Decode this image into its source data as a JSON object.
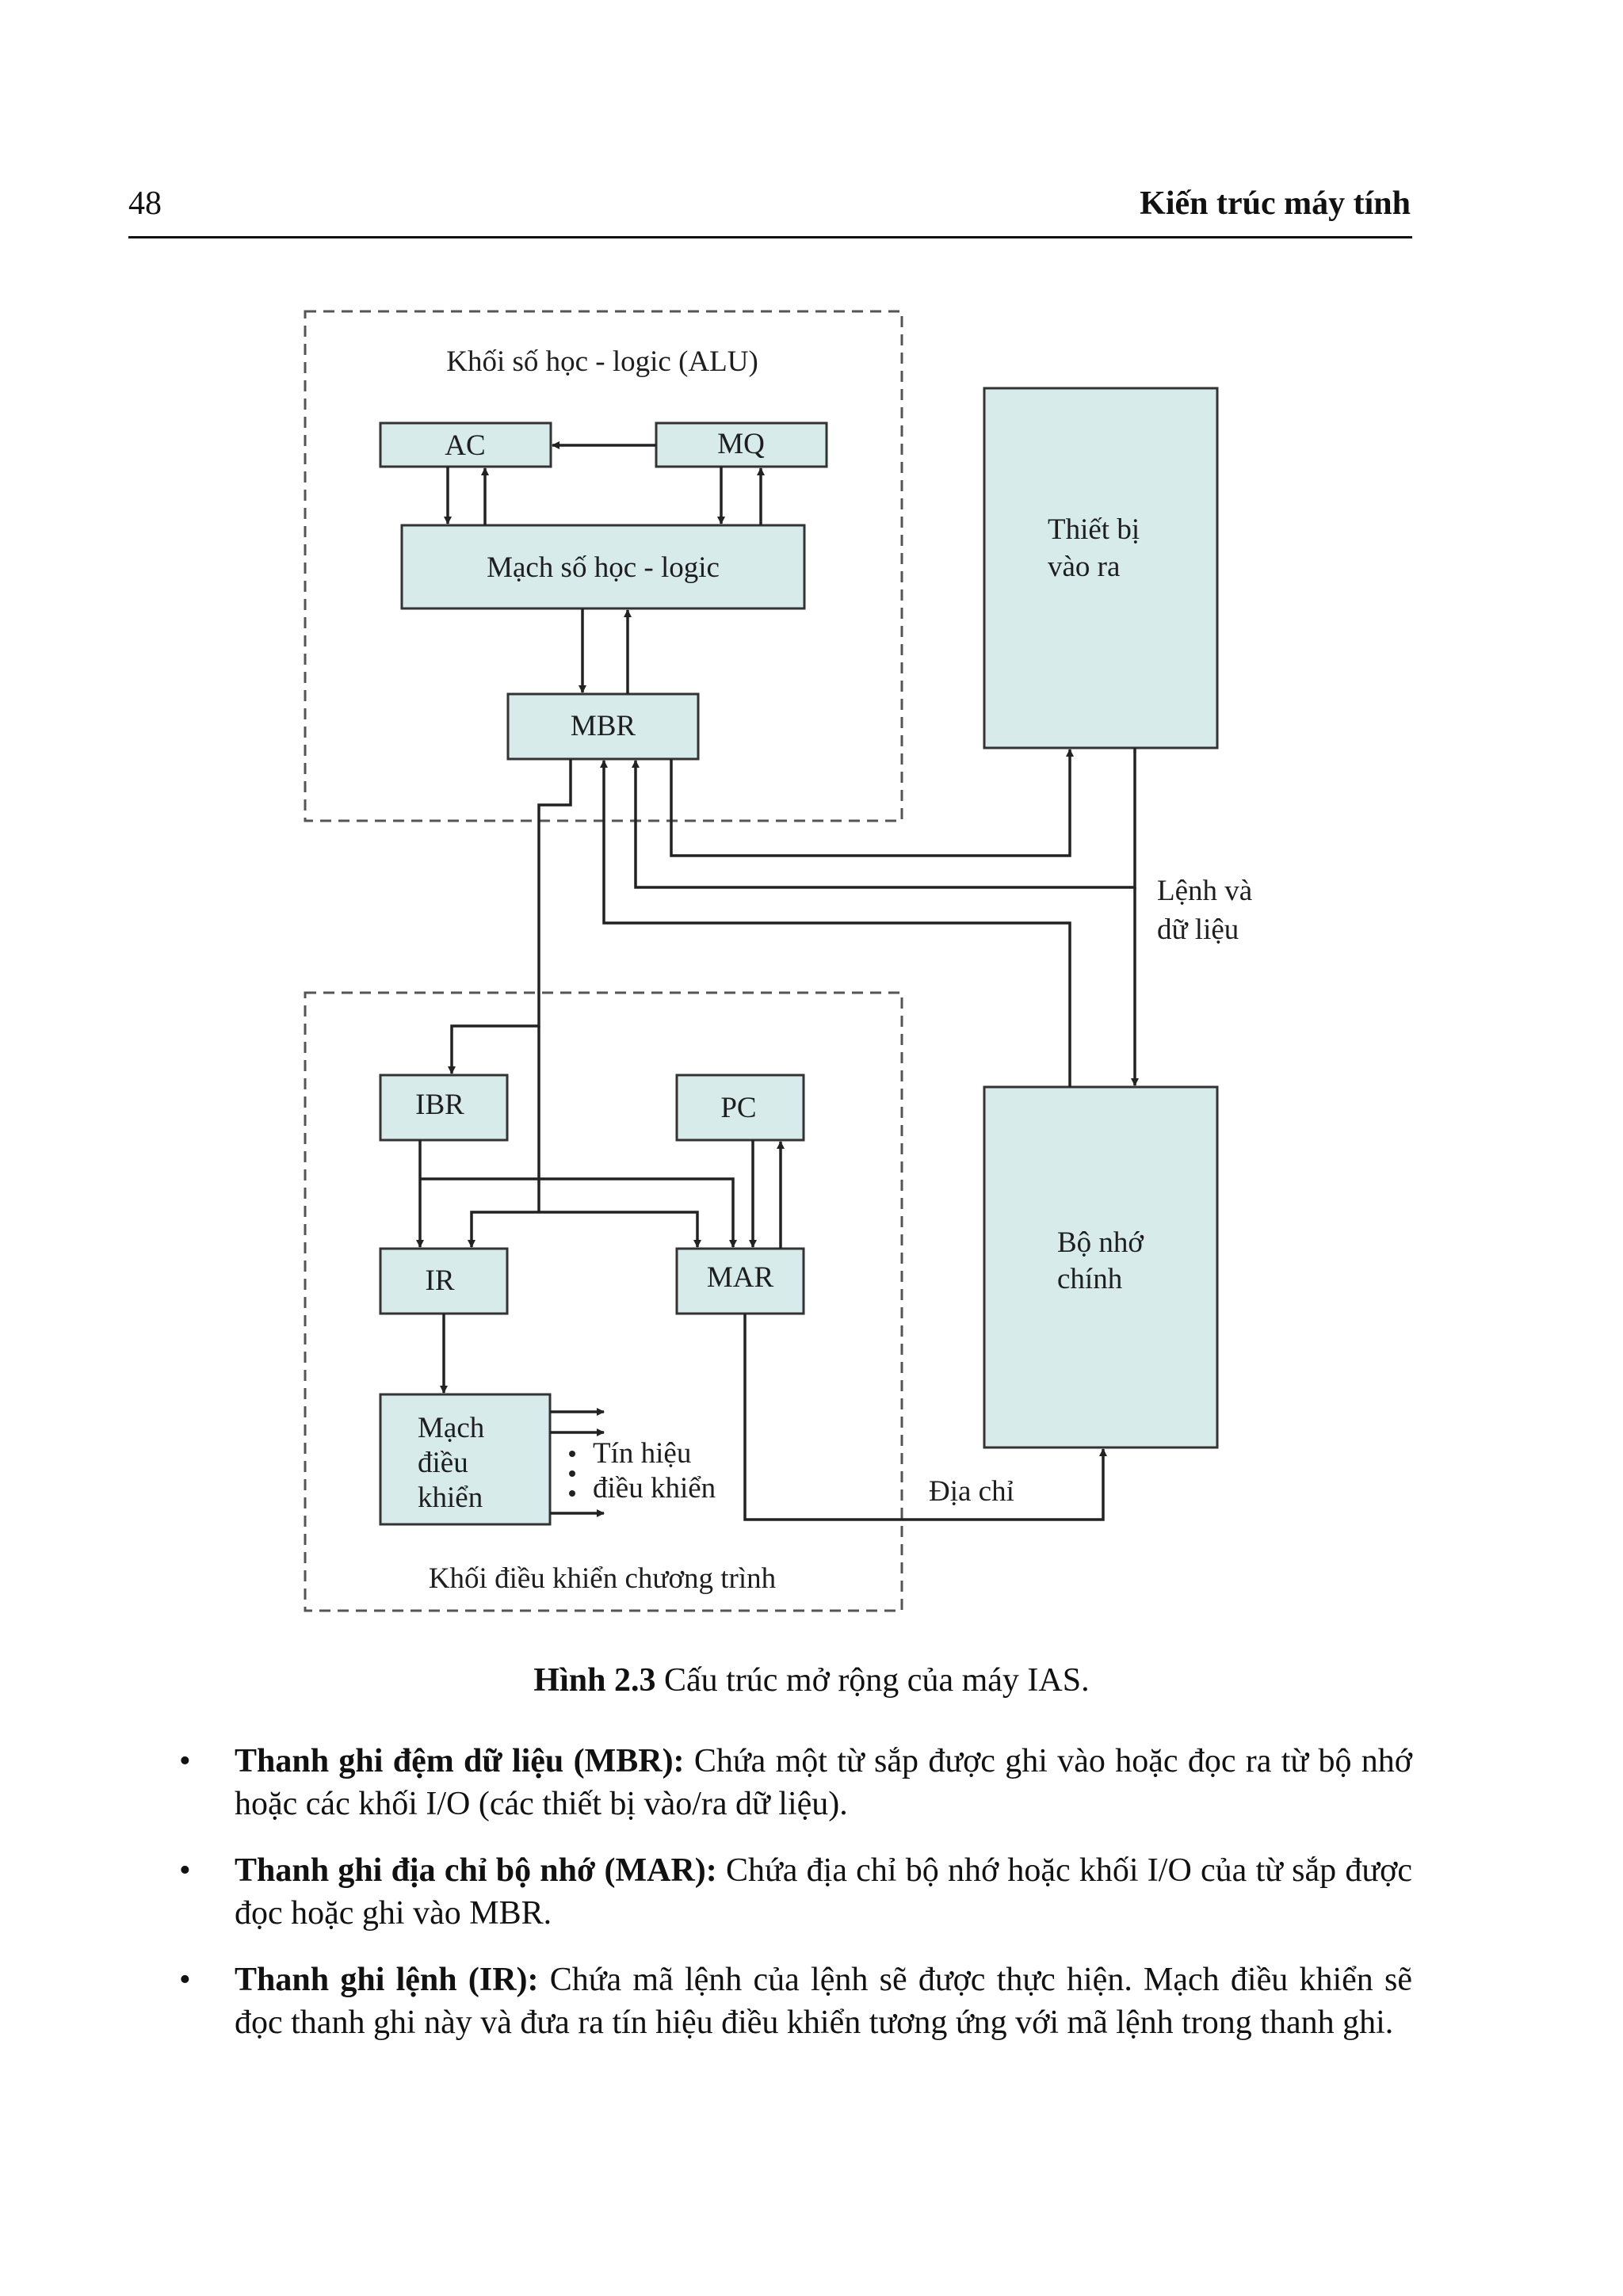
{
  "header": {
    "page_number": "48",
    "book_title": "Kiến trúc máy tính"
  },
  "diagram": {
    "alu_block_label": "Khối số học - logic (ALU)",
    "ac": "AC",
    "mq": "MQ",
    "alu_circuit": "Mạch số học - logic",
    "mbr": "MBR",
    "io_line1": "Thiết bị",
    "io_line2": "vào ra",
    "instr_data_line1": "Lệnh và",
    "instr_data_line2": "dữ liệu",
    "ibr": "IBR",
    "pc": "PC",
    "ir": "IR",
    "mar": "MAR",
    "mem_line1": "Bộ nhớ",
    "mem_line2": "chính",
    "ctrl_line1": "Mạch",
    "ctrl_line2": "điều",
    "ctrl_line3": "khiển",
    "signal_line1": "Tín hiệu",
    "signal_line2": "điều khiển",
    "address": "Địa chỉ",
    "pcu_block_label": "Khối điều khiển chương trình",
    "box_fill": "#d7ebeb"
  },
  "caption": {
    "number": "Hình 2.3",
    "text": "Cấu trúc mở rộng của máy IAS."
  },
  "bullets": [
    {
      "term": "Thanh ghi đệm dữ liệu (MBR):",
      "text": "Chứa một từ sắp được ghi vào hoặc đọc ra từ bộ nhớ hoặc các khối I/O (các thiết bị vào/ra dữ liệu)."
    },
    {
      "term": "Thanh ghi địa chỉ bộ nhớ (MAR):",
      "text": "Chứa địa chỉ bộ nhớ hoặc khối I/O của từ sắp được đọc hoặc ghi vào MBR."
    },
    {
      "term": "Thanh ghi lệnh (IR):",
      "text": "Chứa mã lệnh của lệnh sẽ được thực hiện. Mạch điều khiển sẽ đọc thanh ghi này và đưa ra tín hiệu điều khiển tương ứng với mã lệnh trong thanh ghi."
    }
  ]
}
